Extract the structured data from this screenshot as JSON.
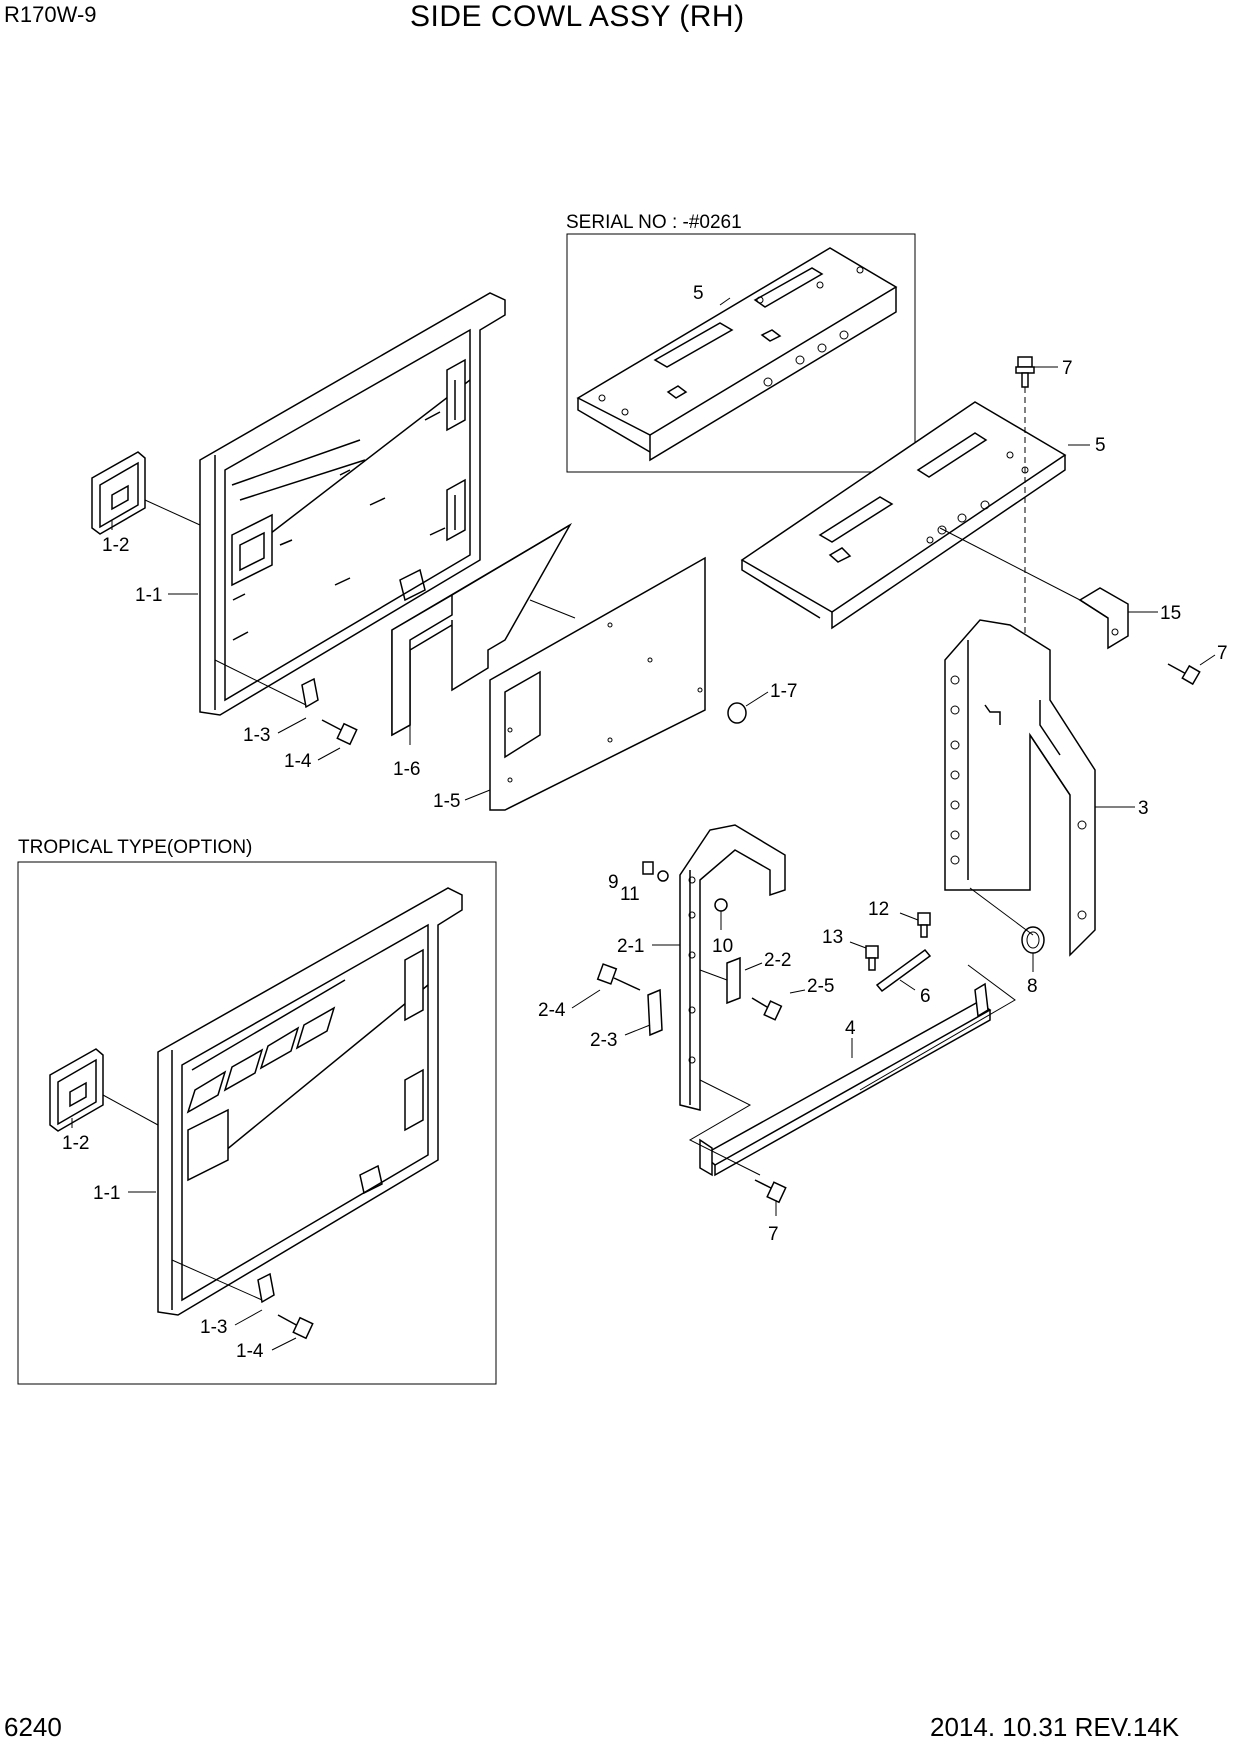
{
  "header": {
    "model": "R170W-9",
    "title": "SIDE COWL ASSY (RH)"
  },
  "footer": {
    "page_number": "6240",
    "revision": "2014. 10.31  REV.14K"
  },
  "boxes": {
    "serial_box_title": "SERIAL NO : -#0261",
    "tropical_box_title": "TROPICAL TYPE(OPTION)"
  },
  "callouts": {
    "c_5_box": "5",
    "c_7_top": "7",
    "c_5_main": "5",
    "c_1_2": "1-2",
    "c_1_1": "1-1",
    "c_1_3": "1-3",
    "c_1_4": "1-4",
    "c_1_6": "1-6",
    "c_1_5": "1-5",
    "c_1_7": "1-7",
    "c_15": "15",
    "c_7_right": "7",
    "c_3": "3",
    "c_9": "9",
    "c_11": "11",
    "c_10": "10",
    "c_2_1": "2-1",
    "c_2_2": "2-2",
    "c_2_5": "2-5",
    "c_2_4": "2-4",
    "c_2_3": "2-3",
    "c_12": "12",
    "c_13": "13",
    "c_6": "6",
    "c_8": "8",
    "c_4": "4",
    "c_7_bottom": "7",
    "t_1_2": "1-2",
    "t_1_1": "1-1",
    "t_1_3": "1-3",
    "t_1_4": "1-4"
  }
}
